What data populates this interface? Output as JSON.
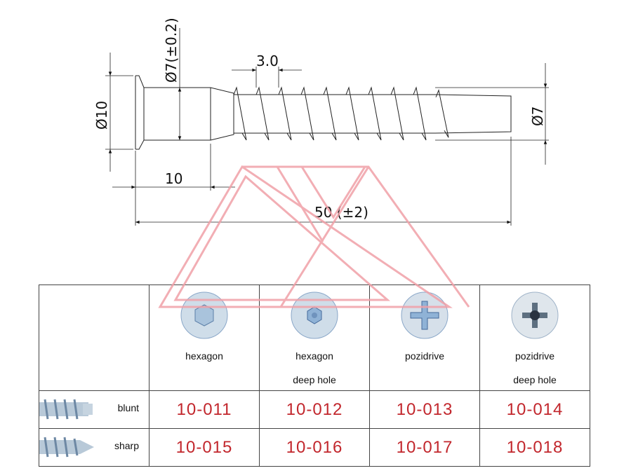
{
  "drawing": {
    "dim_head_diameter": "Ø10",
    "dim_neck_diameter": "Ø7(±0.2)",
    "dim_pitch": "3.0",
    "dim_thread_diameter": "Ø7",
    "dim_neck_length": "10",
    "dim_total_length": "50 (±2)"
  },
  "table": {
    "columns": [
      {
        "label1": "hexagon",
        "label2": "",
        "icon": "hexagon-socket-icon"
      },
      {
        "label1": "hexagon",
        "label2": "deep hole",
        "icon": "hexagon-deep-socket-icon"
      },
      {
        "label1": "pozidrive",
        "label2": "",
        "icon": "pozidrive-icon"
      },
      {
        "label1": "pozidrive",
        "label2": "deep hole",
        "icon": "pozidrive-deep-icon"
      }
    ],
    "rows": [
      {
        "label": "blunt",
        "codes": [
          "10-011",
          "10-012",
          "10-013",
          "10-014"
        ]
      },
      {
        "label": "sharp",
        "codes": [
          "10-015",
          "10-016",
          "10-017",
          "10-018"
        ]
      }
    ]
  },
  "colors": {
    "code": "#c2272d",
    "watermark": "#f0a0a8"
  }
}
